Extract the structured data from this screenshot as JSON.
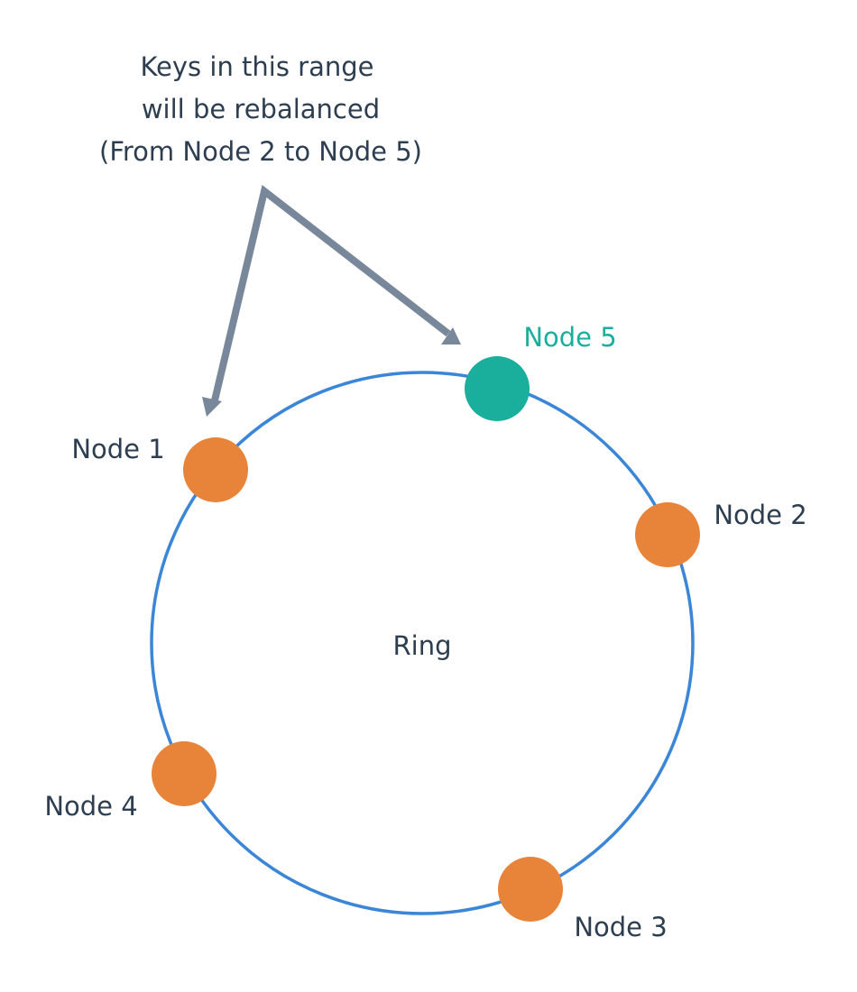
{
  "annotation": {
    "lines": [
      "Keys in this range",
      "will be rebalanced",
      "(From Node 2 to Node 5)"
    ]
  },
  "ring": {
    "label": "Ring"
  },
  "nodes": {
    "node1": {
      "label": "Node 1"
    },
    "node2": {
      "label": "Node 2"
    },
    "node3": {
      "label": "Node 3"
    },
    "node4": {
      "label": "Node 4"
    },
    "node5": {
      "label": "Node 5"
    }
  },
  "colors": {
    "ring_stroke": "#3b86d6",
    "existing_node": "#e8843a",
    "new_node": "#1aaf9c",
    "new_node_label": "#1aaf9c",
    "arrow": "#78889a",
    "text": "#2c3e50"
  }
}
